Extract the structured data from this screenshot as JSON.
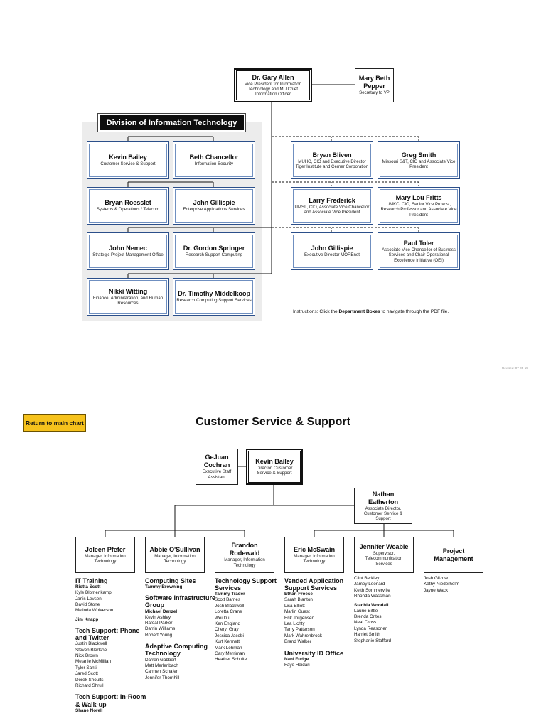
{
  "top_chart": {
    "vp": {
      "name": "Dr. Gary Allen",
      "title": "Vice President for Information Technology and MU Chief Information Officer"
    },
    "secretary": {
      "name": "Mary Beth Pepper",
      "title": "Secretary to VP"
    },
    "division_banner": "Division of Information Technology",
    "division_boxes": [
      {
        "name": "Kevin Bailey",
        "title": "Customer Service & Support"
      },
      {
        "name": "Beth Chancellor",
        "title": "Information Security"
      },
      {
        "name": "Bryan Roesslet",
        "title": "Systems & Operations / Telecom"
      },
      {
        "name": "John Gillispie",
        "title": "Enterprise Applications Services"
      },
      {
        "name": "John Nemec",
        "title": "Strategic Project Management Office"
      },
      {
        "name": "Dr. Gordon Springer",
        "title": "Research Support Computing"
      },
      {
        "name": "Nikki Witting",
        "title": "Finance, Administration, and Human Resources"
      },
      {
        "name": "Dr. Timothy Middelkoop",
        "title": "Research Computing Support Services"
      }
    ],
    "affiliate_boxes": [
      {
        "name": "Bryan Bliven",
        "title": "MUHC, CIO and Executive Director Tiger Institute and Cerner Corporation"
      },
      {
        "name": "Greg Smith",
        "title": "Missouri S&T, CIO and Associate Vice President"
      },
      {
        "name": "Larry Frederick",
        "title": "UMSL, CIO, Associate Vice Chancellor and Associate Vice President"
      },
      {
        "name": "Mary Lou Fritts",
        "title": "UMKC, CIO, Senior Vice Provost, Research Professor and Associate Vice President"
      },
      {
        "name": "John Gillispie",
        "title": "Executive Director MOREnet"
      },
      {
        "name": "Paul Toler",
        "title": "Associate Vice Chancellor of Business Services and Chair Operational Excellence Initiative (OEI)"
      }
    ],
    "instructions_pre": "Instructions: Click the ",
    "instructions_bold": "Department Boxes",
    "instructions_post": " to navigate through the PDF file.",
    "revised": "Revised: 07-05-15"
  },
  "css_page": {
    "return_button": "Return to main chart",
    "title": "Customer Service & Support",
    "assistant": {
      "name": "GeJuan Cochran",
      "title": "Executive Staff Assistant"
    },
    "director": {
      "name": "Kevin Bailey",
      "title": "Director, Customer Service & Support"
    },
    "assoc_director": {
      "name": "Nathan Eatherton",
      "title": "Associate Director, Customer Service & Support"
    },
    "managers": [
      {
        "name": "Joleen Pfefer",
        "title": "Manager, Information Technology"
      },
      {
        "name": "Abbie O'Sullivan",
        "title": "Manager, Information Technology"
      },
      {
        "name": "Brandon Rodewald",
        "title": "Manager, Information Technology"
      },
      {
        "name": "Eric McSwain",
        "title": "Manager, Information Technology"
      },
      {
        "name": "Jennifer Weable",
        "title": "Supervisor, Telecommunication Services"
      },
      {
        "name": "Project Management",
        "title": ""
      }
    ],
    "columns": [
      {
        "groups": [
          {
            "heading": "IT Training",
            "lead": "Riotta Scott",
            "members": [
              "Kyle Blomenkamp",
              "Janis Levsen",
              "David Stone",
              "Melinda Wolverson"
            ]
          },
          {
            "heading": "",
            "lead": "Jim Knapp",
            "members": []
          },
          {
            "heading": "Tech Support: Phone and Twitter",
            "lead": "",
            "members": [
              "Justin Blackwell",
              "Steven Bledsoe",
              "Nick Brown",
              "Melanie McMillian",
              "Tyler Santi",
              "Jared Scott",
              "Derek Shoults",
              "Richard  Shrull"
            ]
          },
          {
            "heading": "Tech Support: In-Room & Walk-up",
            "lead": "Shane Norell",
            "members": []
          }
        ]
      },
      {
        "groups": [
          {
            "heading": "Computing Sites",
            "lead": "Tammy Browning",
            "members": []
          },
          {
            "heading": "Software Infrastructure Group",
            "lead": "Michael Denzel",
            "members": [
              "Kevin Ashley",
              "Rafeal Parker",
              "Darrin Williams",
              "Robert Young"
            ]
          },
          {
            "heading": "Adaptive Computing Technology",
            "lead": "",
            "members": [
              "Darren Gabbert",
              "Matt Merlenbach",
              "Carmen Schafer",
              "Jennifer Thornhill"
            ]
          }
        ]
      },
      {
        "groups": [
          {
            "heading": "Technology Support Services",
            "lead": "Tammy Trader",
            "members": [
              "Scott Barnes",
              "Josh Blackwell",
              "Loretta Crane",
              "Wei Du",
              "Ken England",
              "Cheryl Gray",
              "Jessica Jacobi",
              "Kurt Kennett",
              "Mark Lehman",
              "Gary Merriman",
              "Heather Schulte"
            ]
          }
        ]
      },
      {
        "groups": [
          {
            "heading": "Vended Application Support Services",
            "lead": "Ethan Froese",
            "members": [
              "Sarah Blanton",
              "Lisa Elliott",
              "Marlin Guest",
              "Erik Jorgensen",
              "Lea Lichty",
              "Terry Patterson",
              "Mark Wahrenbrock",
              "Brand Walker"
            ]
          },
          {
            "heading": "University ID Office",
            "lead": "Nani Fudge",
            "members": [
              "Faye Heidari"
            ]
          }
        ]
      },
      {
        "groups": [
          {
            "heading": "",
            "lead": "",
            "members": [
              "Clint Berkley",
              "Jamey Leonard",
              "Keith Sommerville",
              "Rhonda Wassman"
            ]
          },
          {
            "heading": "",
            "lead": "Stachia Woodall",
            "members": [
              "Laurie Bittle",
              "Brenda Crites",
              "Neal Cross",
              "Lynda Reasoner",
              "Harriet Smith",
              "Stephanie Stafford"
            ]
          }
        ]
      },
      {
        "groups": [
          {
            "heading": "",
            "lead": "",
            "members": [
              "Josh Gilzow",
              "Kathy Niederhelm",
              "Jayne Wack"
            ]
          }
        ]
      }
    ]
  }
}
